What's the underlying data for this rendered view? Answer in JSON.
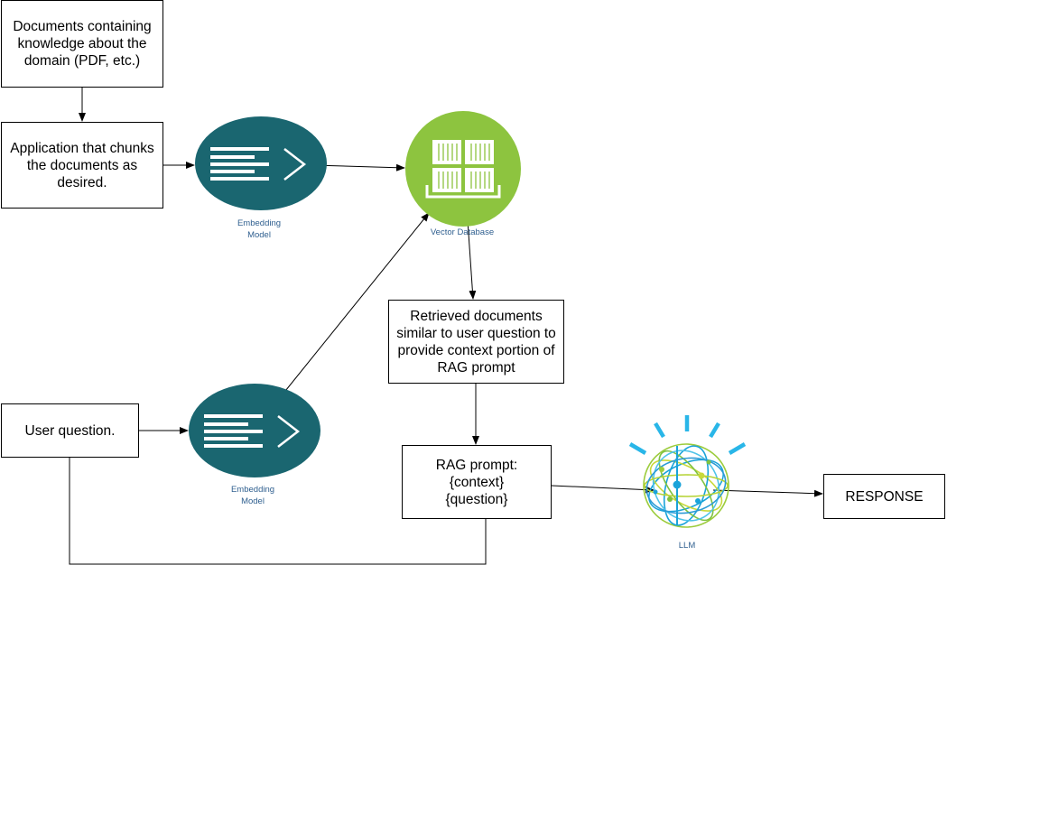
{
  "boxes": {
    "documents": "Documents containing knowledge about the domain (PDF, etc.)",
    "chunker": "Application that chunks the documents as desired.",
    "user_question": "User question.",
    "retrieved": "Retrieved documents similar to user question to provide context portion of RAG prompt",
    "rag_prompt": "RAG prompt:\n{context}\n{question}",
    "response": "RESPONSE"
  },
  "icons": {
    "embedding_model_top": {
      "caption": "Embedding\nModel",
      "icon": "embedding-model-icon",
      "color": "#1a6670"
    },
    "embedding_model_bottom": {
      "caption": "Embedding\nModel",
      "icon": "embedding-model-icon",
      "color": "#1a6670"
    },
    "vector_database": {
      "caption": "Vector Database",
      "icon": "vector-database-icon",
      "color": "#8dc43f"
    },
    "llm": {
      "caption": "LLM",
      "icon": "llm-globe-icon",
      "color": "#1aa3d9"
    }
  }
}
